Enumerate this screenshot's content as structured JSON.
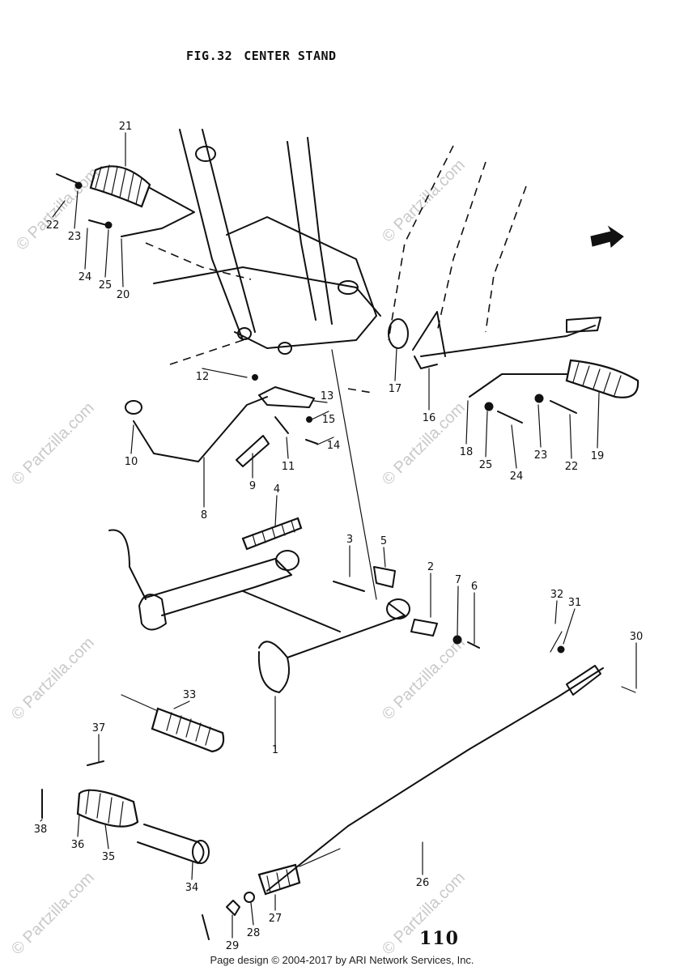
{
  "figure": {
    "label": "FIG.32",
    "name": "CENTER STAND"
  },
  "watermark": "© Partzilla.com",
  "page_number": "110",
  "footer": "Page design © 2004-2017 by ARI Network Services, Inc.",
  "callouts": [
    {
      "id": "c21",
      "number": "21"
    },
    {
      "id": "c22a",
      "number": "22"
    },
    {
      "id": "c23a",
      "number": "23"
    },
    {
      "id": "c24a",
      "number": "24"
    },
    {
      "id": "c25a",
      "number": "25"
    },
    {
      "id": "c20",
      "number": "20"
    },
    {
      "id": "c12",
      "number": "12"
    },
    {
      "id": "c13",
      "number": "13"
    },
    {
      "id": "c17",
      "number": "17"
    },
    {
      "id": "c16",
      "number": "16"
    },
    {
      "id": "c15",
      "number": "15"
    },
    {
      "id": "c14",
      "number": "14"
    },
    {
      "id": "c11",
      "number": "11"
    },
    {
      "id": "c10",
      "number": "10"
    },
    {
      "id": "c9",
      "number": "9"
    },
    {
      "id": "c8",
      "number": "8"
    },
    {
      "id": "c4",
      "number": "4"
    },
    {
      "id": "c18",
      "number": "18"
    },
    {
      "id": "c25b",
      "number": "25"
    },
    {
      "id": "c24b",
      "number": "24"
    },
    {
      "id": "c23b",
      "number": "23"
    },
    {
      "id": "c22b",
      "number": "22"
    },
    {
      "id": "c19",
      "number": "19"
    },
    {
      "id": "c3",
      "number": "3"
    },
    {
      "id": "c5",
      "number": "5"
    },
    {
      "id": "c2",
      "number": "2"
    },
    {
      "id": "c7",
      "number": "7"
    },
    {
      "id": "c6",
      "number": "6"
    },
    {
      "id": "c32",
      "number": "32"
    },
    {
      "id": "c31",
      "number": "31"
    },
    {
      "id": "c30",
      "number": "30"
    },
    {
      "id": "c33",
      "number": "33"
    },
    {
      "id": "c37",
      "number": "37"
    },
    {
      "id": "c1",
      "number": "1"
    },
    {
      "id": "c38",
      "number": "38"
    },
    {
      "id": "c36",
      "number": "36"
    },
    {
      "id": "c35",
      "number": "35"
    },
    {
      "id": "c34",
      "number": "34"
    },
    {
      "id": "c26",
      "number": "26"
    },
    {
      "id": "c27",
      "number": "27"
    },
    {
      "id": "c28",
      "number": "28"
    },
    {
      "id": "c29",
      "number": "29"
    }
  ]
}
